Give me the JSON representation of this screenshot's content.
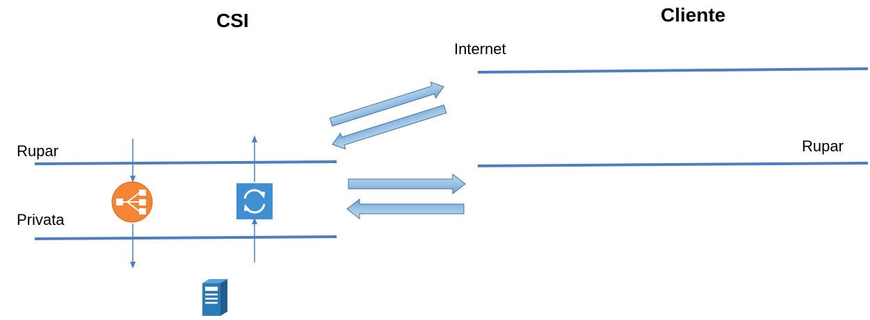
{
  "headings": {
    "csi": "CSI",
    "cliente": "Cliente"
  },
  "labels": {
    "internet": "Internet",
    "rupar_left": "Rupar",
    "rupar_right": "Rupar",
    "privata": "Privata"
  },
  "colors": {
    "network_line": "#4F7EC0",
    "arrow_fill_light": "#9DC3E6",
    "arrow_fill_dark": "#5B9BD5",
    "arrow_stroke": "#41719C",
    "load_balancer": "#F58536",
    "sync_box": "#3F8FD2",
    "server": "#2B7BB9"
  },
  "icons": {
    "load_balancer": "load-balancer-icon",
    "sync": "sync-icon",
    "server": "server-icon"
  }
}
